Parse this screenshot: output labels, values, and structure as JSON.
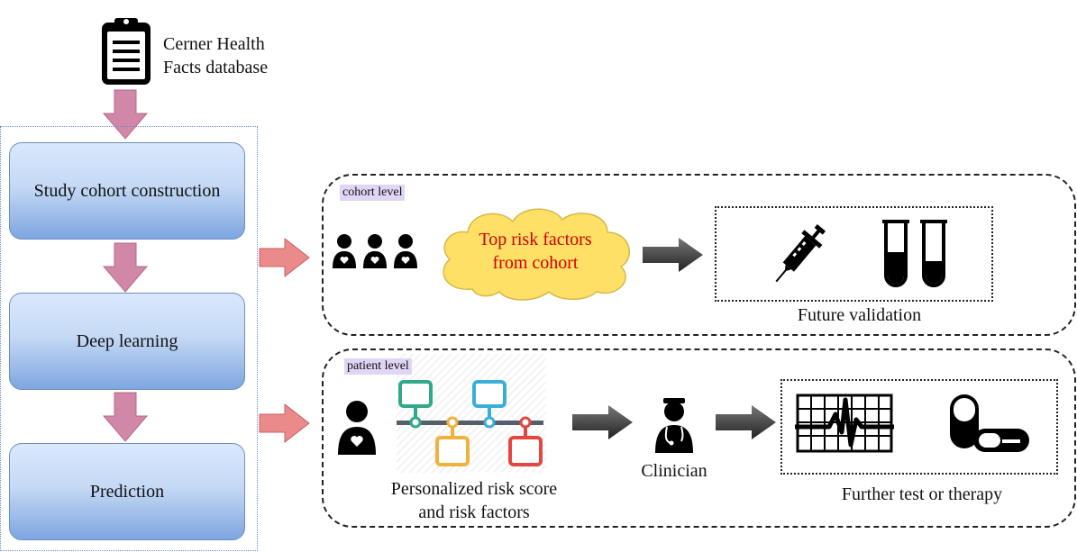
{
  "source": {
    "label_line1": "Cerner Health",
    "label_line2": "Facts database"
  },
  "pipeline": {
    "stages": [
      "Study cohort construction",
      "Deep learning",
      "Prediction"
    ]
  },
  "cohort_panel": {
    "tag": "cohort level",
    "cloud_line1": "Top risk factors",
    "cloud_line2": "from cohort",
    "caption": "Future validation"
  },
  "patient_panel": {
    "tag": "patient level",
    "risk_line1": "Personalized risk score",
    "risk_line2": "and risk factors",
    "clinician": "Clinician",
    "caption": "Further test or therapy"
  },
  "colors": {
    "stage_fill_top": "#dae8fc",
    "stage_fill_bottom": "#7ea6e0",
    "pink_arrow": "#d087a8",
    "red_arrow": "#ea8a8a",
    "cloud_fill": "#ffe066",
    "cloud_text": "#cc0000",
    "tag_bg": "#e1d5f5"
  },
  "icons": [
    "clipboard-icon",
    "people-icon",
    "syringe-icon",
    "test-tubes-icon",
    "person-icon",
    "timeline-icon",
    "doctor-icon",
    "ecg-icon",
    "pills-icon"
  ]
}
